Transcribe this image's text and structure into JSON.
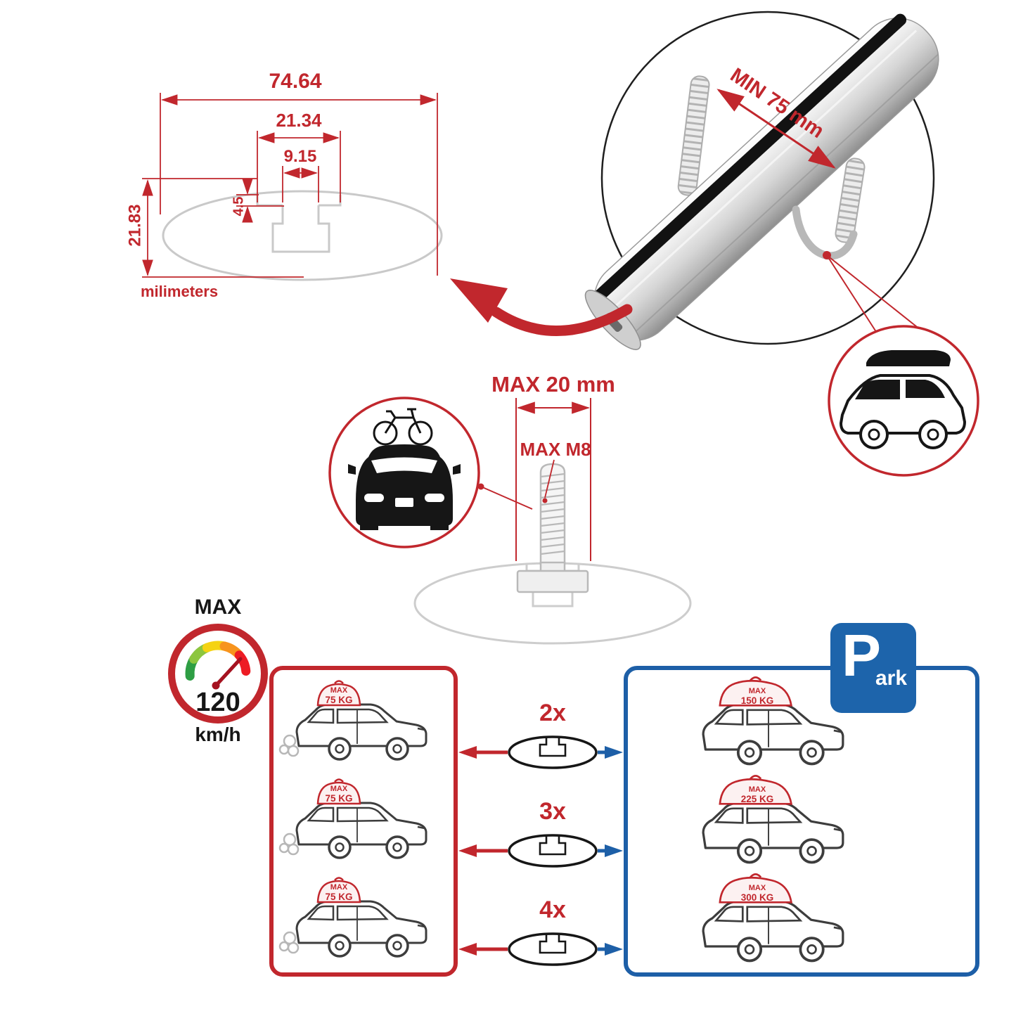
{
  "colors": {
    "accent_red": "#c1272d",
    "accent_blue": "#1d5fa7",
    "sketch_gray": "#c9c9c9"
  },
  "cross_section": {
    "total_width": "74.64",
    "channel_width": "21.34",
    "slot_width": "9.15",
    "step_depth": "4.5",
    "profile_height": "21.83",
    "units_label": "milimeters"
  },
  "clamp": {
    "min_label": "MIN 75 mm"
  },
  "bolt": {
    "max_width_label": "MAX 20 mm",
    "max_thread_label": "MAX M8"
  },
  "speed_limit": {
    "title": "MAX",
    "value": "120",
    "unit": "km/h"
  },
  "parking_sign": {
    "letter": "P",
    "suffix": "ark"
  },
  "capacity_rows": [
    {
      "qty": "2x",
      "driving_max": "MAX",
      "driving_load": "75 KG",
      "parked_max": "MAX",
      "parked_load": "150 KG"
    },
    {
      "qty": "3x",
      "driving_max": "MAX",
      "driving_load": "75 KG",
      "parked_max": "MAX",
      "parked_load": "225 KG"
    },
    {
      "qty": "4x",
      "driving_max": "MAX",
      "driving_load": "75 KG",
      "parked_max": "MAX",
      "parked_load": "300 KG"
    }
  ]
}
